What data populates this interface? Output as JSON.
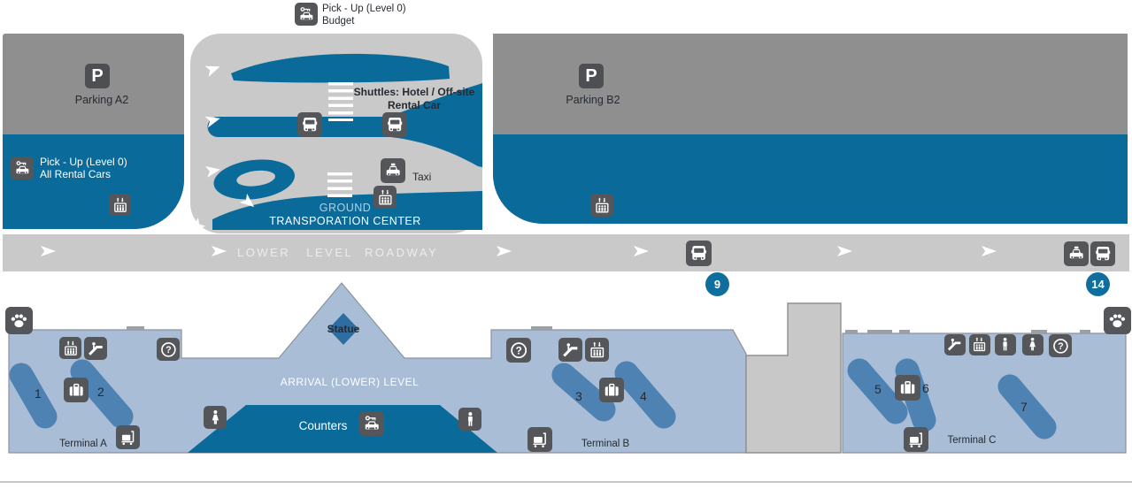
{
  "map_title": "Airport arrival level / ground transportation map",
  "colors": {
    "road_blue": "#0a6b9b",
    "light_gray": "#c9c9c9",
    "parking_gray": "#8f8f8f",
    "icon_gray": "#55565a",
    "terminal_blue": "#a9bdd7",
    "carousel_blue": "#4d82b3",
    "statue_blue": "#2d6da0",
    "badge_blue": "#0e6e9e"
  },
  "top_label": {
    "line1": "Pick - Up (Level 0)",
    "line2": "Budget"
  },
  "parking_a": {
    "p": "P",
    "label": "Parking A2",
    "pickup_line1": "Pick - Up (Level 0)",
    "pickup_line2": "All Rental Cars"
  },
  "parking_b": {
    "p": "P",
    "label": "Parking B2"
  },
  "transport_center": {
    "shuttles_line1": "Shuttles: Hotel / Off-site",
    "shuttles_line2": "Rental Car",
    "taxi_label": "Taxi",
    "name_line1": "GROUND",
    "name_line2": "TRANSPORATION CENTER"
  },
  "roadway": {
    "label_left": "LOWER LEVEL",
    "label_right": "ROADWAY",
    "bus_stop_badge": "9",
    "taxi_stop_badge": "14"
  },
  "terminal_level": {
    "arrival_label": "ARRIVAL (LOWER) LEVEL",
    "statue_label": "Statue",
    "counters_label": "Counters",
    "terminals": [
      {
        "name": "Terminal A",
        "carousels": [
          "1",
          "2"
        ]
      },
      {
        "name": "Terminal B",
        "carousels": [
          "3",
          "4"
        ]
      },
      {
        "name": "Terminal C",
        "carousels": [
          "5",
          "6",
          "7"
        ]
      }
    ]
  },
  "icons": {
    "rental_car_pickup": "car-with-key",
    "parking": "letter-P",
    "bus": "bus-front",
    "taxi": "taxi-front",
    "elevator": "elevator-up-down-people",
    "escalator": "escalator-person",
    "info": "question-mark-circle",
    "baggage_claim": "suitcase",
    "luggage_cart": "luggage-cart",
    "restroom_men": "man-figure",
    "restroom_women": "woman-figure",
    "pet_relief": "paw-print",
    "direction_arrow": "triangle-arrow"
  }
}
